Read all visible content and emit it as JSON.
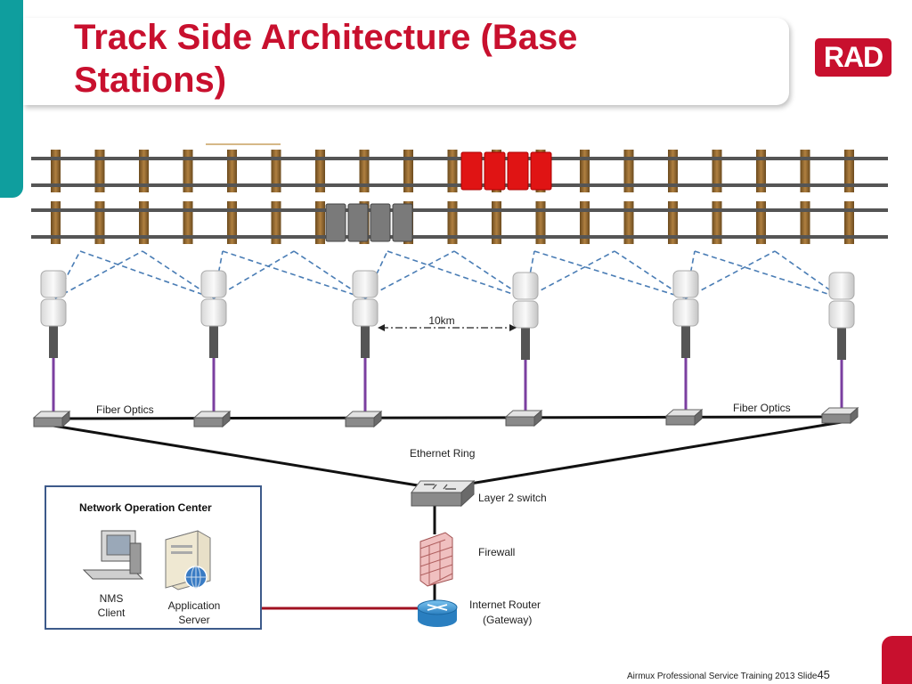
{
  "slide": {
    "title": "Track Side Architecture (Base Stations)",
    "logo_text": "RAD",
    "footer_text": "Airmux Professional Service Training 2013  Slide",
    "slide_number": "45"
  },
  "diagram": {
    "distance_label": "10km",
    "fiber_optics_label_left": "Fiber Optics",
    "fiber_optics_label_right": "Fiber Optics",
    "ethernet_ring_label": "Ethernet Ring",
    "layer2_switch_label": "Layer 2 switch",
    "firewall_label": "Firewall",
    "router_label_line1": "Internet Router",
    "router_label_line2": "(Gateway)",
    "noc": {
      "title": "Network Operation Center",
      "nms_label_line1": "NMS",
      "nms_label_line2": "Client",
      "app_label_line1": "Application",
      "app_label_line2": "Server"
    }
  },
  "colors": {
    "title_red": "#c8102e",
    "accent_teal": "#0f9e9e",
    "fiber_purple": "#7b3fa0",
    "wireless_blue": "#4a7db5",
    "noc_border": "#3d5a8a",
    "train_red": "#e01414",
    "train_gray": "#7a7a7a"
  }
}
